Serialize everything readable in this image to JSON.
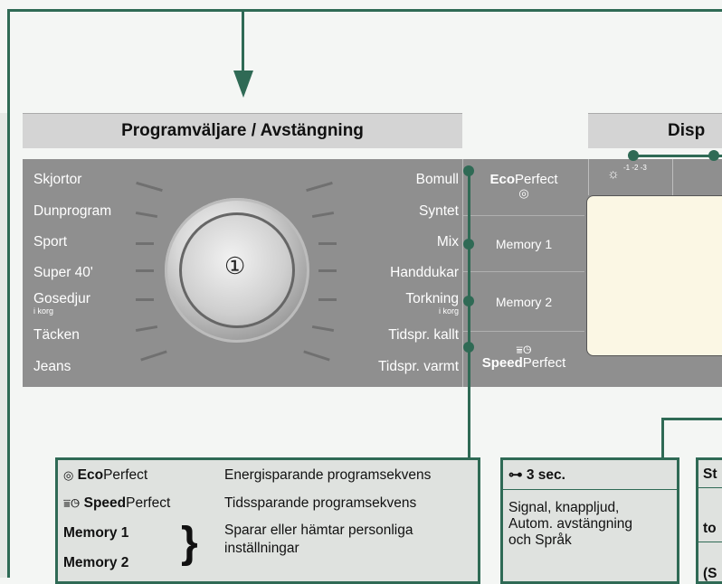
{
  "selector": {
    "title": "Programväljare / Avstängning",
    "dial_symbol": "①"
  },
  "display": {
    "title_partial": "Disp",
    "icon_labels": [
      "☼",
      "-1 -2 -3"
    ]
  },
  "programs_left": [
    {
      "label": "Skjortor",
      "sub": ""
    },
    {
      "label": "Dunprogram",
      "sub": ""
    },
    {
      "label": "Sport",
      "sub": ""
    },
    {
      "label": "Super 40'",
      "sub": ""
    },
    {
      "label": "Gosedjur",
      "sub": "i korg"
    },
    {
      "label": "Täcken",
      "sub": ""
    },
    {
      "label": "Jeans",
      "sub": ""
    }
  ],
  "programs_right": [
    {
      "label": "Bomull",
      "sub": ""
    },
    {
      "label": "Syntet",
      "sub": ""
    },
    {
      "label": "Mix",
      "sub": ""
    },
    {
      "label": "Handdukar",
      "sub": ""
    },
    {
      "label": "Torkning",
      "sub": "i korg"
    },
    {
      "label": "Tidspr. kallt",
      "sub": ""
    },
    {
      "label": "Tidspr. varmt",
      "sub": ""
    }
  ],
  "buttons": {
    "eco_bold": "Eco",
    "eco_rest": "Perfect",
    "eco_icon": "◎",
    "memory1": "Memory 1",
    "memory2": "Memory 2",
    "speed_bold": "Speed",
    "speed_rest": "Perfect",
    "speed_icon": "⩸◷"
  },
  "legend": {
    "eco_name_bold": "Eco",
    "eco_name_rest": "Perfect",
    "eco_icon": "◎",
    "eco_desc": "Energisparande programsekvens",
    "speed_name_bold": "Speed",
    "speed_name_rest": "Perfect",
    "speed_icon": "⩸◷",
    "speed_desc": "Tidssparande programsekvens",
    "memory1": "Memory 1",
    "memory2": "Memory 2",
    "brace": "}",
    "memory_desc_1": "Sparar eller hämtar personliga",
    "memory_desc_2": "inställningar"
  },
  "signal_box": {
    "key_icon": "⊶",
    "title": "3 sec.",
    "lines": [
      "Signal, knappljud,",
      "Autom. avstängning",
      "och Språk"
    ]
  },
  "right_box": {
    "title_partial": "St",
    "line2": "to",
    "line3": "(S"
  },
  "colors": {
    "accent": "#2f6a55",
    "panel": "#8f8f8f",
    "header": "#d4d4d4",
    "box": "#dfe2df"
  }
}
